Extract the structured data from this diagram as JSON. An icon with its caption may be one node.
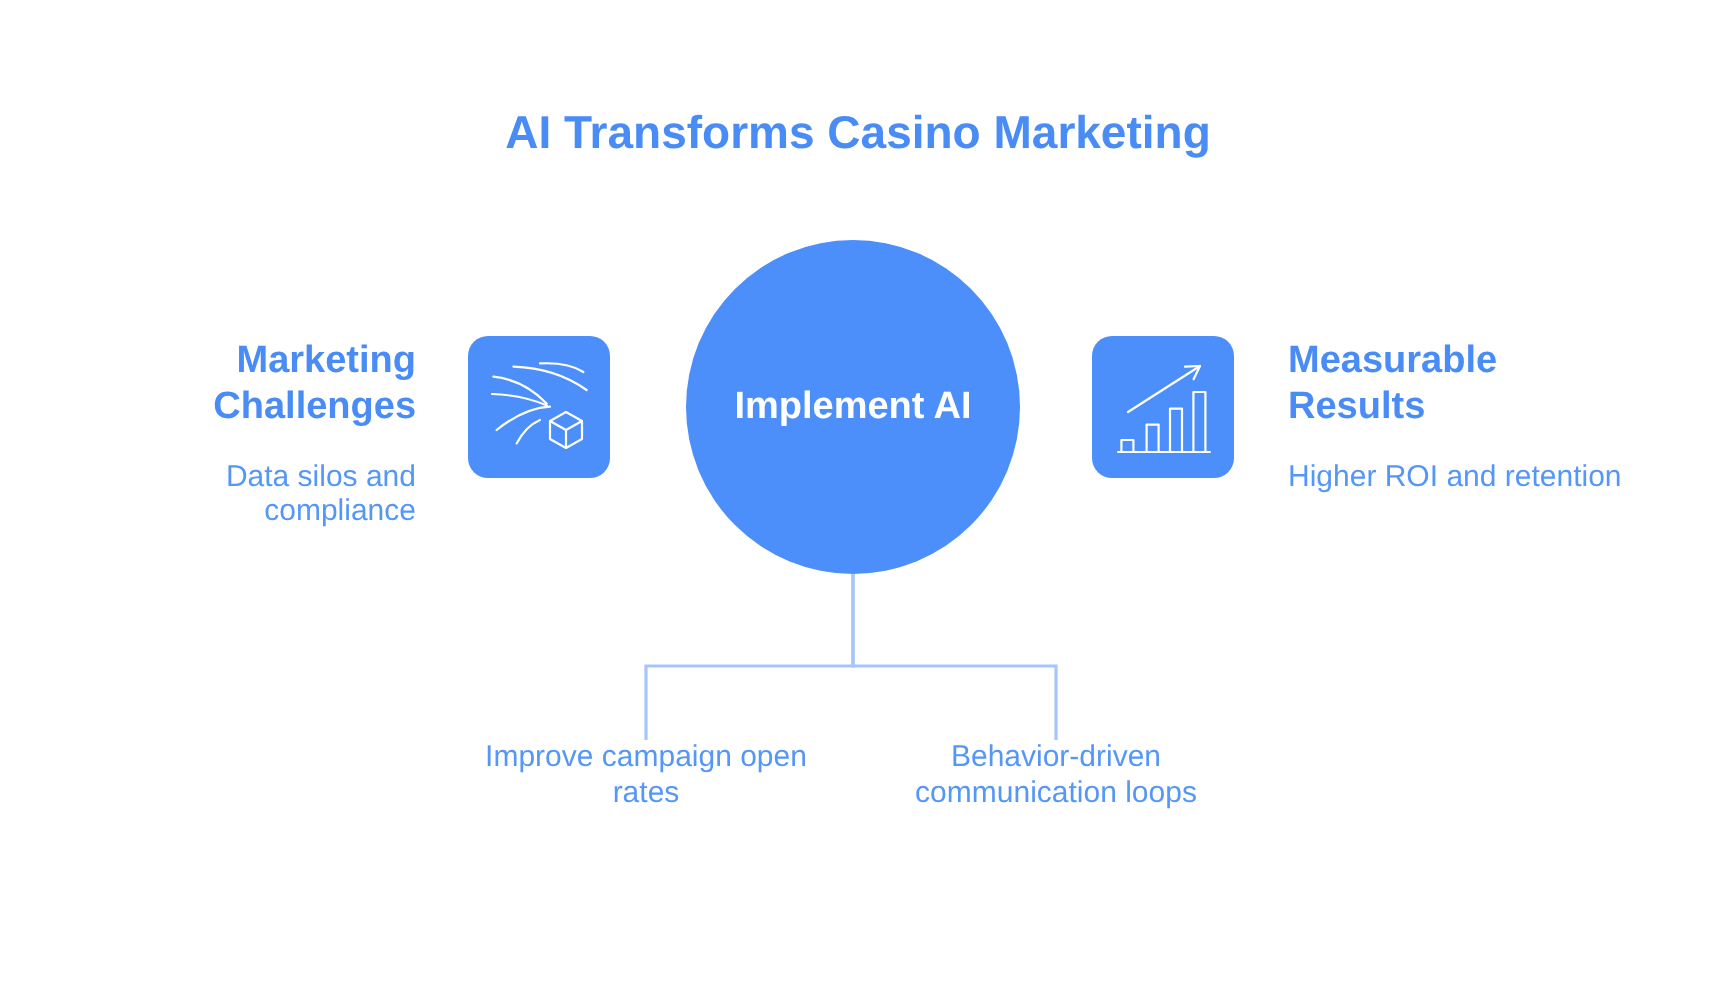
{
  "diagram": {
    "title": "AI Transforms Casino Marketing",
    "nodes": [
      {
        "text": [
          "Marketing Challenges",
          "Data silos and compliance"
        ]
      },
      {
        "text": [
          "Implement AI"
        ]
      },
      {
        "text": [
          "Measurable Results",
          "Higher ROI and retention"
        ]
      },
      {
        "text": [
          "Improve campaign open rates"
        ]
      },
      {
        "text": [
          "Behavior-driven communication loops"
        ]
      }
    ],
    "edges": [
      {
        "from": 1,
        "to": 3,
        "arrow": "none"
      },
      {
        "from": 1,
        "to": 4,
        "arrow": "none"
      }
    ]
  }
}
